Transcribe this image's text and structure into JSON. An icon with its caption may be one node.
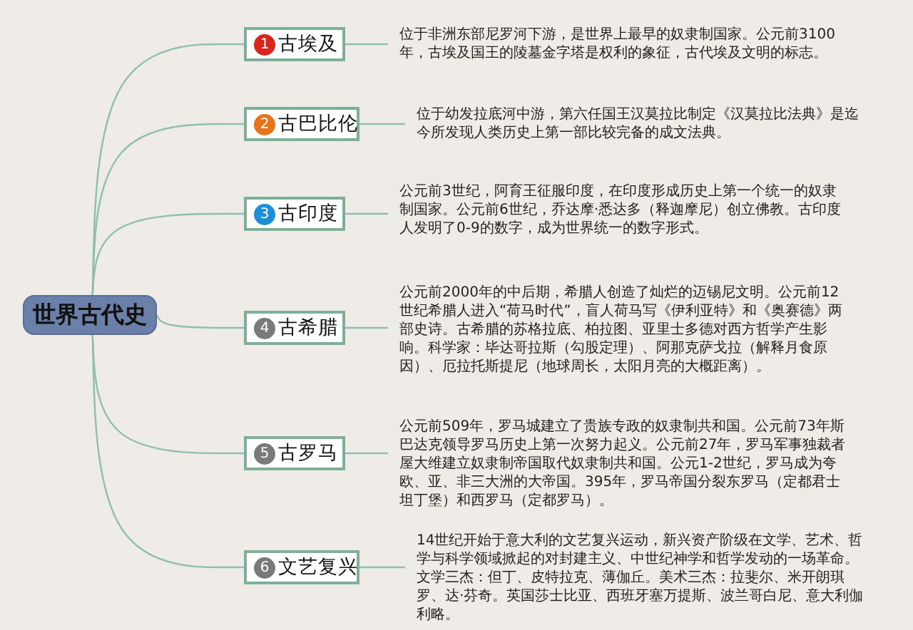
{
  "diagram": {
    "nodes": [
      {
        "text": [
          "世界古代史"
        ]
      },
      {
        "text": [
          "1",
          "古埃及"
        ]
      },
      {
        "text": [
          "2",
          "古巴比伦"
        ]
      },
      {
        "text": [
          "3",
          "古印度"
        ]
      },
      {
        "text": [
          "4",
          "古希腊"
        ]
      },
      {
        "text": [
          "5",
          "古罗马"
        ]
      },
      {
        "text": [
          "6",
          "文艺复兴"
        ]
      },
      {
        "text": [
          "位于非洲东部尼罗河下游，是世界上最早的奴隶制国家。公元前3100年，古埃及国王的陵墓金字塔是权利的象征，古代埃及文明的标志。"
        ]
      },
      {
        "text": [
          "位于幼发拉底河中游，第六任国王汉莫拉比制定《汉莫拉比法典》是迄今所发现人类历史上第一部比较完备的成文法典。"
        ]
      },
      {
        "text": [
          "公元前3世纪，阿育王征服印度，在印度形成历史上第一个统一的奴隶制国家。公元前6世纪，乔达摩·悉达多（释迦摩尼）创立佛教。古印度人发明了0-9的数字，成为世界统一的数字形式。"
        ]
      },
      {
        "text": [
          "公元前2000年的中后期，希腊人创造了灿烂的迈锡尼文明。公元前12世纪希腊人进入“荷马时代”，盲人荷马写《伊利亚特》和《奥赛德》两部史诗。古希腊的苏格拉底、柏拉图、亚里士多德对西方哲学产生影响。科学家：毕达哥拉斯（勾股定理）、阿那克萨戈拉（解释月食原因）、厄拉托斯提尼（地球周长，太阳月亮的大概距离）。"
        ]
      },
      {
        "text": [
          "公元前509年，罗马城建立了贵族专政的奴隶制共和国。公元前73年斯巴达克领导罗马历史上第一次努力起义。公元前27年，罗马军事独裁者屋大维建立奴隶制帝国取代奴隶制共和国。公元1-2世纪，罗马成为夸欧、亚、非三大洲的大帝国。395年，罗马帝国分裂东罗马（定都君士坦丁堡）和西罗马（定都罗马）。"
        ]
      },
      {
        "text": [
          "14世纪开始于意大利的文艺复兴运动，新兴资产阶级在文学、艺术、哲学与科学领域掀起的对封建主义、中世纪神学和哲学发动的一场革命。文学三杰：但丁、皮特拉克、薄伽丘。美术三杰：拉斐尔、米开朗琪罗、达·芬奇。英国莎士比亚、西班牙塞万提斯、波兰哥白尼、意大利伽利略。"
        ]
      }
    ],
    "edges": [
      {
        "from": 0,
        "to": 1,
        "arrow": "none"
      },
      {
        "from": 0,
        "to": 2,
        "arrow": "none"
      },
      {
        "from": 0,
        "to": 3,
        "arrow": "none"
      },
      {
        "from": 0,
        "to": 4,
        "arrow": "none"
      },
      {
        "from": 0,
        "to": 5,
        "arrow": "none"
      },
      {
        "from": 0,
        "to": 6,
        "arrow": "none"
      },
      {
        "from": 1,
        "to": 7,
        "arrow": "none"
      },
      {
        "from": 2,
        "to": 8,
        "arrow": "none"
      },
      {
        "from": 3,
        "to": 9,
        "arrow": "none"
      },
      {
        "from": 4,
        "to": 10,
        "arrow": "none"
      },
      {
        "from": 5,
        "to": 11,
        "arrow": "none"
      },
      {
        "from": 6,
        "to": 12,
        "arrow": "none"
      }
    ]
  }
}
